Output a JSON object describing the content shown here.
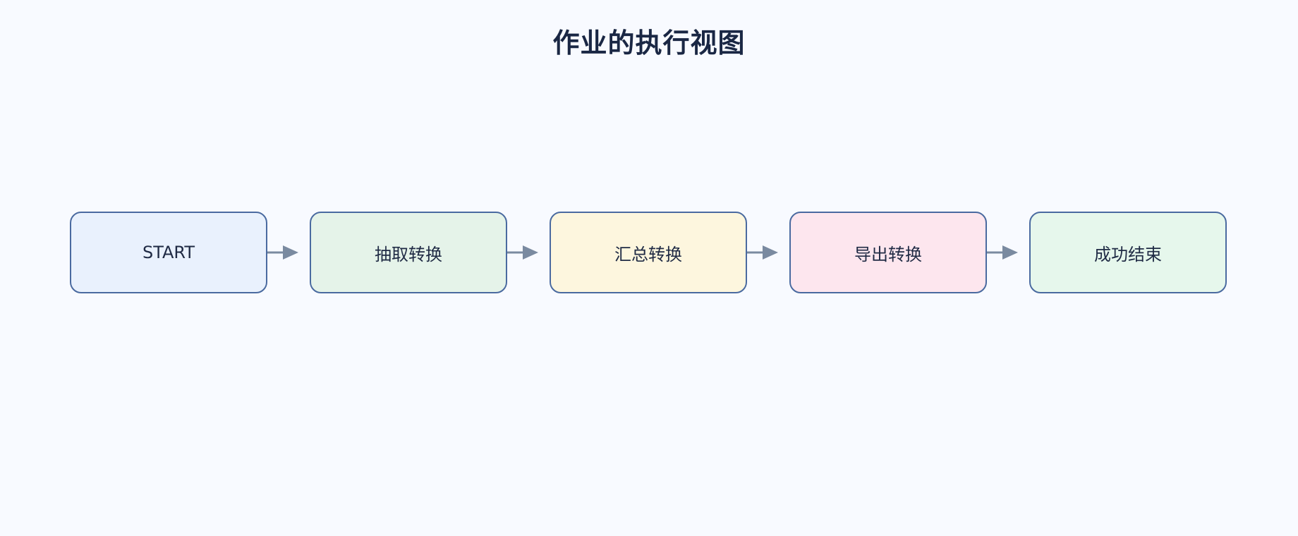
{
  "diagram": {
    "title": "作业的执行视图",
    "nodes": [
      {
        "label": "START",
        "fill": "#e9f1fd"
      },
      {
        "label": "抽取转换",
        "fill": "#e5f3e9"
      },
      {
        "label": "汇总转换",
        "fill": "#fdf6de"
      },
      {
        "label": "导出转换",
        "fill": "#fde6ee"
      },
      {
        "label": "成功结束",
        "fill": "#e6f7ec"
      }
    ],
    "edges": [
      {
        "from": "START",
        "to": "抽取转换"
      },
      {
        "from": "抽取转换",
        "to": "汇总转换"
      },
      {
        "from": "汇总转换",
        "to": "导出转换"
      },
      {
        "from": "导出转换",
        "to": "成功结束"
      }
    ],
    "colors": {
      "node_border": "#4a6aa0",
      "arrow": "#7a8aa0",
      "background": "#f8faff",
      "title": "#1a2744"
    }
  }
}
